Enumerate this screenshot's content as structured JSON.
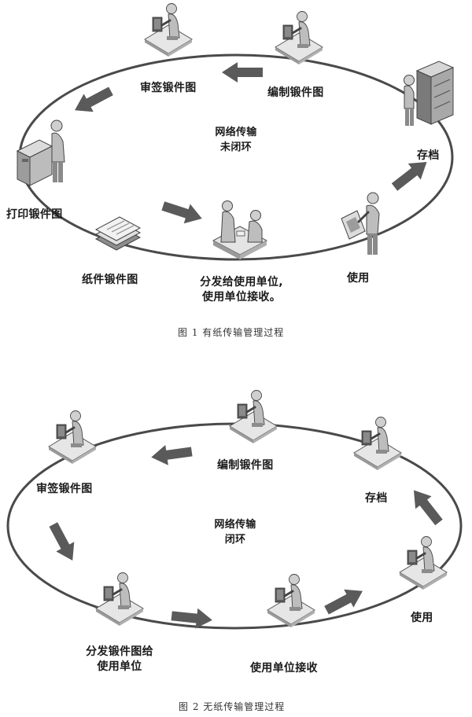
{
  "figure1": {
    "center_label_line1": "网络传输",
    "center_label_line2": "未闭环",
    "nodes": {
      "edit": "编制锻件图",
      "review": "审签锻件图",
      "print": "打印锻件图",
      "paper": "纸件锻件图",
      "distribute_line1": "分发给使用单位,",
      "distribute_line2": "使用单位接收。",
      "use": "使用",
      "archive": "存档"
    },
    "caption": "图 1 有纸传输管理过程"
  },
  "figure2": {
    "center_label_line1": "网络传输",
    "center_label_line2": "闭环",
    "nodes": {
      "edit": "编制锻件图",
      "review": "审签锻件图",
      "distribute_line1": "分发锻件图给",
      "distribute_line2": "使用单位",
      "receive": "使用单位接收",
      "use": "使用",
      "archive": "存档"
    },
    "caption": "图 2 无纸传输管理过程"
  },
  "colors": {
    "ellipse_stroke": "#4a4a4a",
    "arrow_fill": "#5a5a5a",
    "figure_fill": "#c8c8c8",
    "caption_text": "#333333"
  },
  "icons": [
    "workstation-person-icon",
    "printer-station-icon",
    "paper-stack-icon",
    "archive-cabinet-icon",
    "handheld-reader-person-icon",
    "process-arrow-icon"
  ]
}
